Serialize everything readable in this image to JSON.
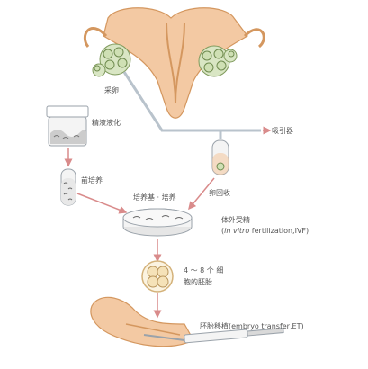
{
  "labels": {
    "egg_retrieval": "采卵",
    "sperm_liquefaction": "精液液化",
    "aspirator": "吸引器",
    "pre_culture": "前培养",
    "culture_medium": "培养基 · 培养",
    "egg_collection": "卵回收",
    "ivf_title": "体外受精",
    "ivf_paren_open": "(",
    "ivf_paren_italic": "in vitro",
    "ivf_paren_rest": " fertilization,IVF)",
    "embryo_line1": "4 ～ 8  个 细",
    "embryo_line2": "胞的胚胎",
    "embryo_transfer": "胚胎移植(embryo  transfer,ET)"
  },
  "colors": {
    "arrow": "#d98b8b",
    "uterus_fill": "#f3c9a3",
    "uterus_stroke": "#d4975f",
    "follicle": "#cfe0b4",
    "tube": "#b9c3cc",
    "dish": "#e6e6e6"
  }
}
